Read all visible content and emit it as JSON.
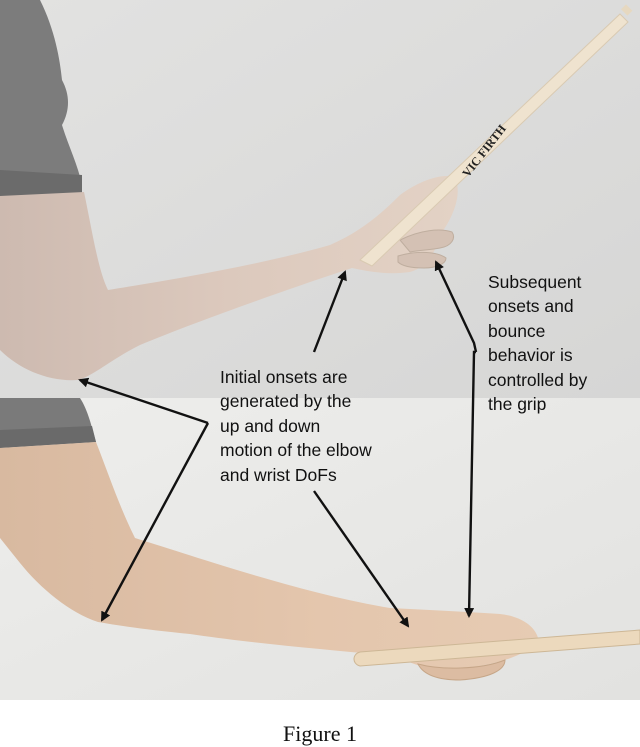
{
  "figure": {
    "caption": "Figure 1",
    "panels": [
      {
        "id": "top",
        "description": "Raised forearm holding drumstick, elbow bent upward"
      },
      {
        "id": "bottom",
        "description": "Lowered forearm, hand gripping drumstick horizontally"
      }
    ],
    "drumstick_brand_text": "VIC FIRTH",
    "annotations": {
      "left": {
        "lines": [
          "Initial onsets are",
          "generated by the",
          "up and down",
          "motion of the elbow",
          "and wrist DoFs"
        ]
      },
      "right": {
        "lines": [
          "Subsequent",
          "onsets and",
          "bounce",
          "behavior is",
          "controlled by",
          "the grip"
        ]
      }
    },
    "colors": {
      "background_top": "#dcdcdb",
      "background_bottom": "#e8e8e6",
      "sleeve": "#7a7a7a",
      "skin_top": "#dcc9bd",
      "skin_bottom": "#e2c3a8",
      "stick": "#efe3cf",
      "arrow": "#111111"
    }
  }
}
